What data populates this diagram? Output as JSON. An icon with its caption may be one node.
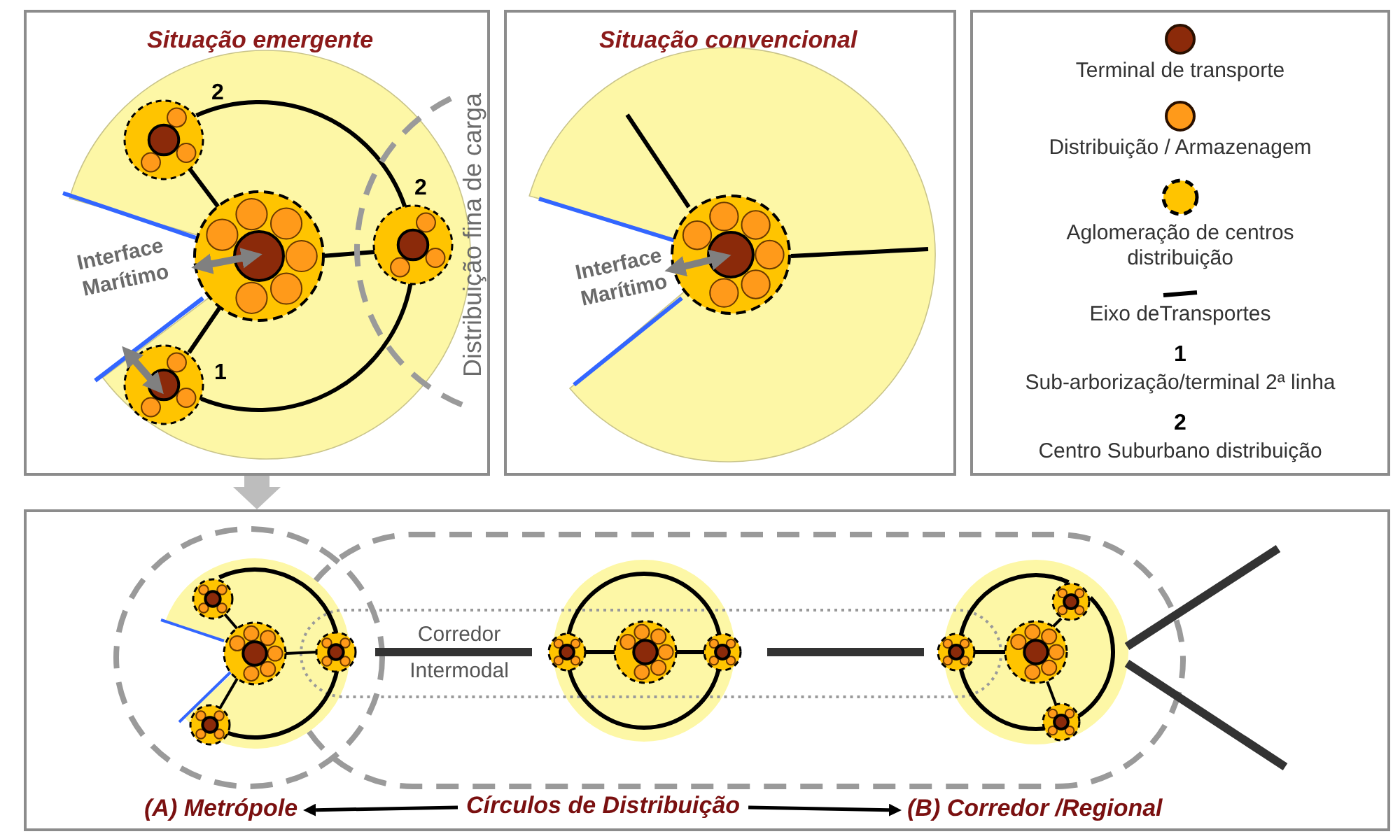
{
  "diagram": {
    "nodes": [
      {
        "text": [
          "Situação emergente"
        ]
      },
      {
        "text": [
          "Situação convencional"
        ]
      },
      {
        "text": [],
        "shape": "box"
      },
      {
        "text": [
          "(A) Metrópole"
        ],
        "in": 2
      },
      {
        "text": [
          "Círculos de Distribuição"
        ],
        "in": 2
      },
      {
        "text": [
          "(B) Corredor /Regional"
        ],
        "in": 2
      }
    ],
    "edges": [
      {
        "from": 0,
        "to": 2,
        "arrow": "to",
        "style": "thick",
        "color": "#bdbdbd"
      },
      {
        "from": 4,
        "to": 3,
        "arrow": "to"
      },
      {
        "from": 4,
        "to": 5,
        "arrow": "to"
      }
    ],
    "labels": [
      "2",
      "Distribuição fina de carga",
      "2",
      "Interface Marítimo",
      "1",
      "Interface Marítimo",
      "1",
      "2",
      "Corredor Intermodal"
    ],
    "legend": [
      {
        "text": "Terminal de transporte",
        "color": "#8b2a0a"
      },
      {
        "text": "Distribuição / Armazenagem",
        "color": "#ff9a1a"
      },
      {
        "text": "Aglomeração de centros distribuição"
      },
      {
        "text": "Eixo deTransportes"
      },
      {
        "text": "Sub-arborização/terminal 2ª linha"
      },
      {
        "text": "Centro Suburbano distribuição"
      }
    ]
  }
}
